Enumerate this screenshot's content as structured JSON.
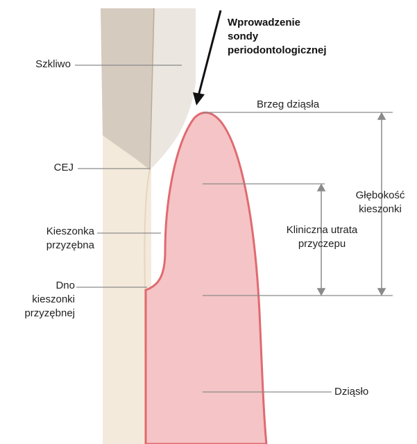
{
  "labels": {
    "enamel": "Szkliwo",
    "cej": "CEJ",
    "sulcus": "Kieszonka\nprzyzębna",
    "pocket_base": "Dno\nkieszonki\nprzyzębnej",
    "probe": "Wprowadzenie\nsondy\nperiodontologicznej",
    "gingival_margin": "Brzeg dziąsła",
    "pocket_depth": "Głębokość\nkieszonki",
    "attachment_loss": "Kliniczna utrata\nprzyczepu",
    "gingiva": "Dziąsło"
  },
  "colors": {
    "enamel_dark": "#d6cbbf",
    "enamel_light": "#ebe6df",
    "root": "#f4eadb",
    "gum_fill": "#f5c4c6",
    "gum_outline": "#e06a70",
    "leader": "#8a8a8a",
    "arrow": "#111111"
  }
}
